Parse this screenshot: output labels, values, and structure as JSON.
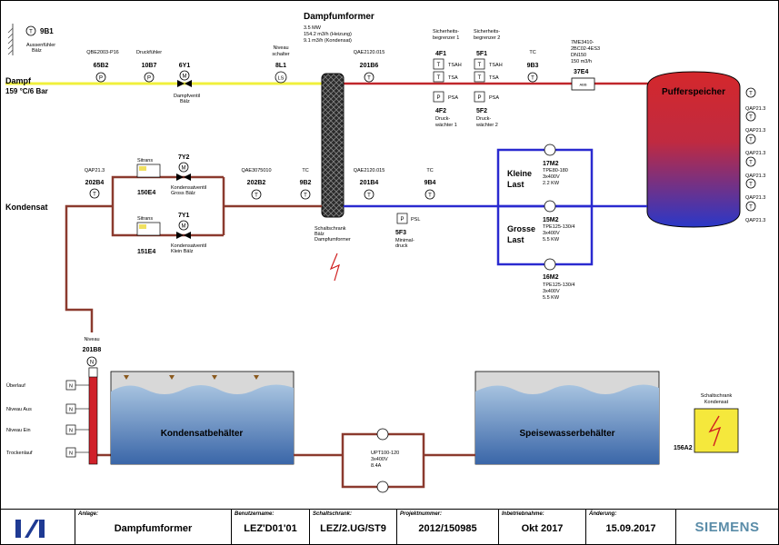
{
  "colors": {
    "steam": "#f0f03c",
    "steam_hot": "#c0262b",
    "condensate": "#8b3a2e",
    "cold": "#2a2ad0",
    "tank_water": "#4a78b0",
    "panel_yellow": "#f5e83c"
  },
  "title": {
    "name": "Dampfumformer",
    "spec1": "3.5 MW",
    "spec2": "154.2 m3/h (Heizung)",
    "spec3": "9.1 m3/h (Kondensat)"
  },
  "outdoor": {
    "id": "9B1",
    "desc1": "Aussenfühler",
    "desc2": "Bälz",
    "symbol": "T"
  },
  "steam": {
    "label": "Dampf",
    "spec": "159 °C/6 Bar"
  },
  "condensate_label": "Kondensat",
  "sensors_top": [
    {
      "tag": "QBE2003-P16",
      "id": "65B2",
      "symbol": "P"
    },
    {
      "tag": "Druckfühler",
      "id": "10B7",
      "symbol": "P"
    },
    {
      "tag": "",
      "id": "6Y1",
      "symbol": "M",
      "desc1": "Dampfventil",
      "desc2": "Bälz"
    },
    {
      "tag1": "Niveau",
      "tag2": "schalter",
      "id": "8L1",
      "symbol": "LS"
    },
    {
      "tag": "QAE2120.015",
      "id": "201B6",
      "symbol": "T"
    },
    {
      "tag": "TC",
      "id": "9B3",
      "symbol": "T"
    }
  ],
  "safety": {
    "limit1": {
      "title1": "Sicherheits-",
      "title2": "begrenzer 1",
      "id": "4F1",
      "tsah": "TSAH",
      "tsa": "TSA",
      "psa": "PSA",
      "id2": "4F2",
      "desc1": "Druck-",
      "desc2": "wächter 1"
    },
    "limit2": {
      "title1": "Sicherheits-",
      "title2": "begrenzer 2",
      "id": "5F1",
      "tsah": "TSAH",
      "tsa": "TSA",
      "psa": "PSA",
      "id2": "5F2",
      "desc1": "Druck-",
      "desc2": "wächter 2"
    }
  },
  "flowmeter": {
    "l1": "7ME3410-",
    "l2": "2BC02-4ES3",
    "l3": "DN150",
    "l4": "150 m3/h",
    "id": "37E4",
    "symbol": "ABB"
  },
  "buffer": {
    "label": "Pufferspeicher",
    "sensor_tag": "QAP21.3",
    "symbol": "T"
  },
  "condensate_line": {
    "s1": {
      "tag": "QAP21.3",
      "id": "202B4",
      "symbol": "T"
    },
    "v1": {
      "label": "Sitrans",
      "id": "150E4",
      "vid": "7Y2",
      "desc1": "Kondensatventil",
      "desc2": "Gross Bälz",
      "symbol": "M"
    },
    "v2": {
      "label": "Sitrans",
      "id": "151E4",
      "vid": "7Y1",
      "desc1": "Kondensatventil",
      "desc2": "Klein Bälz",
      "symbol": "M"
    },
    "s2": {
      "tag": "QAE3075010",
      "id": "202B2",
      "symbol": "T"
    },
    "s3": {
      "tag": "TC",
      "id": "9B2",
      "symbol": "T"
    },
    "s4": {
      "tag": "QAE2120.015",
      "id": "201B4",
      "symbol": "T"
    },
    "s5": {
      "tag": "TC",
      "id": "9B4",
      "symbol": "T"
    }
  },
  "cabinet": {
    "l1": "Schaltschrank",
    "l2": "Bälz",
    "l3": "Dampfumformer"
  },
  "min_pressure": {
    "id": "5F3",
    "symbol": "P",
    "code": "PSL",
    "desc1": "Minimal-",
    "desc2": "druck"
  },
  "pumps": {
    "small_load": {
      "l1": "Kleine",
      "l2": "Last"
    },
    "large_load": {
      "l1": "Grosse",
      "l2": "Last"
    },
    "p17": {
      "id": "17M2",
      "type": "TPE80-180",
      "volt": "3x400V",
      "power": "2.2 KW"
    },
    "p15": {
      "id": "15M2",
      "type": "TPE125-130/4",
      "volt": "3x400V",
      "power": "5.5 KW"
    },
    "p16": {
      "id": "16M2",
      "type": "TPE125-130/4",
      "volt": "3x400V",
      "power": "5.5 KW"
    }
  },
  "level": {
    "tag": "Niveau",
    "id": "201B8",
    "symbol": "N",
    "switches": [
      "Überlauf",
      "Niveau Aus",
      "Niveau Ein",
      "Trockenlauf"
    ],
    "switch_symbol": "N"
  },
  "tanks": {
    "condensate": "Kondensatbehälter",
    "feedwater": "Speisewasserbehälter"
  },
  "transfer_pump": {
    "type": "UPT100-120",
    "volt": "3x400V",
    "current": "8.4A"
  },
  "panel": {
    "l1": "Schaltschrank",
    "l2": "Kondensat",
    "id": "156A2"
  },
  "footer": {
    "anlage_label": "Anlage:",
    "anlage": "Dampfumformer",
    "user_label": "Benutzername:",
    "user": "LEZ'D01'01",
    "cab_label": "Schaltschrank:",
    "cab": "LEZ/2.UG/ST9",
    "proj_label": "Projektnummer:",
    "proj": "2012/150985",
    "comm_label": "Inbetriebnahme:",
    "comm": "Okt 2017",
    "change_label": "Änderung:",
    "change": "15.09.2017",
    "brand": "SIEMENS"
  }
}
